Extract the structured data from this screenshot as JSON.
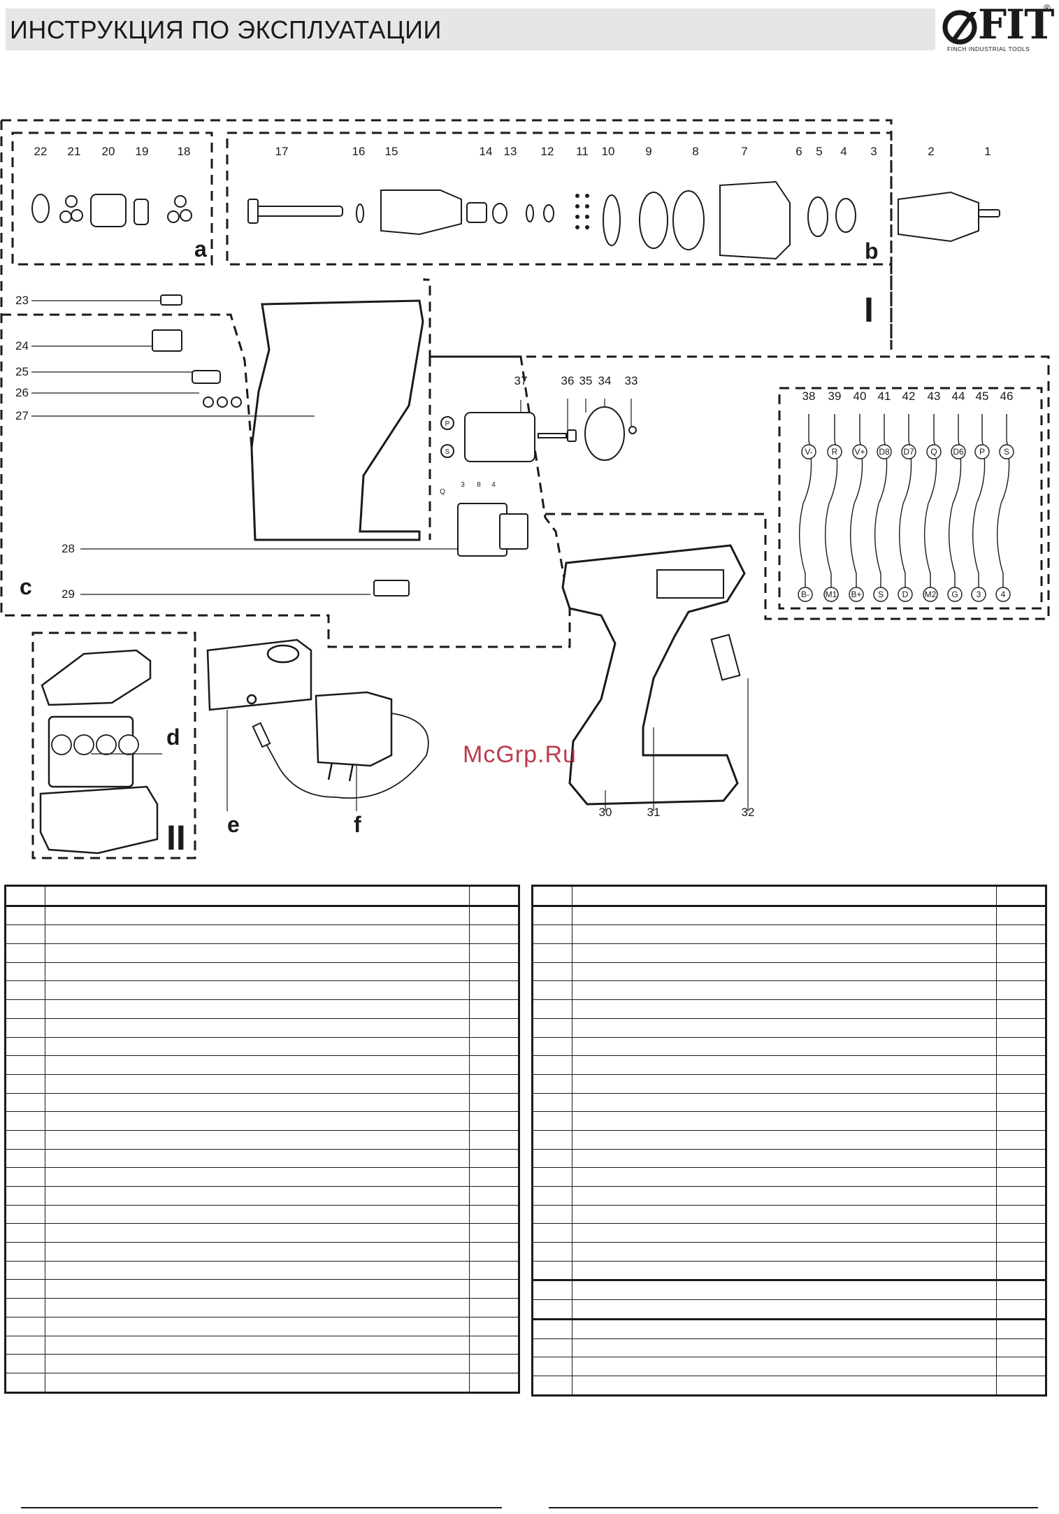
{
  "header": {
    "title": "ИНСТРУКЦИЯ ПО ЭКСПЛУАТАЦИИ"
  },
  "logo": {
    "brand": "FIT",
    "subtitle": "FINCH INDUSTRIAL TOOLS",
    "registered": "®",
    "icon": "fit-logo-icon"
  },
  "watermark": "McGrp.Ru",
  "diagram": {
    "group_labels": {
      "a": "a",
      "b": "b",
      "c": "c",
      "d": "d",
      "e": "e",
      "f": "f",
      "I": "I",
      "II": "II"
    },
    "gear_row_numbers": [
      "22",
      "21",
      "20",
      "19",
      "18",
      "17",
      "16",
      "15",
      "14",
      "13",
      "12",
      "11",
      "10",
      "9",
      "8",
      "7",
      "6",
      "5",
      "4",
      "3",
      "2",
      "1"
    ],
    "handle_numbers": [
      "23",
      "24",
      "25",
      "26",
      "27",
      "28",
      "29"
    ],
    "motor_numbers": [
      "37",
      "36",
      "35",
      "34",
      "33"
    ],
    "wire_numbers": [
      "38",
      "39",
      "40",
      "41",
      "42",
      "43",
      "44",
      "45",
      "46"
    ],
    "wire_top_labels": [
      "V-",
      "R",
      "V+",
      "D8",
      "D7",
      "Q",
      "D6",
      "P",
      "S"
    ],
    "wire_bottom_labels": [
      "B-",
      "M1",
      "B+",
      "S",
      "D",
      "M2",
      "G",
      "3",
      "4"
    ],
    "housing_numbers": [
      "30",
      "31",
      "32"
    ],
    "switch_labels": [
      "Q",
      "3",
      "8",
      "4"
    ],
    "motor_terminal_labels": [
      "P",
      "S"
    ]
  },
  "tables": {
    "left": {
      "rows": 26,
      "thick_after": []
    },
    "right": {
      "rows": 26,
      "thick_after": [
        20,
        22
      ]
    }
  }
}
